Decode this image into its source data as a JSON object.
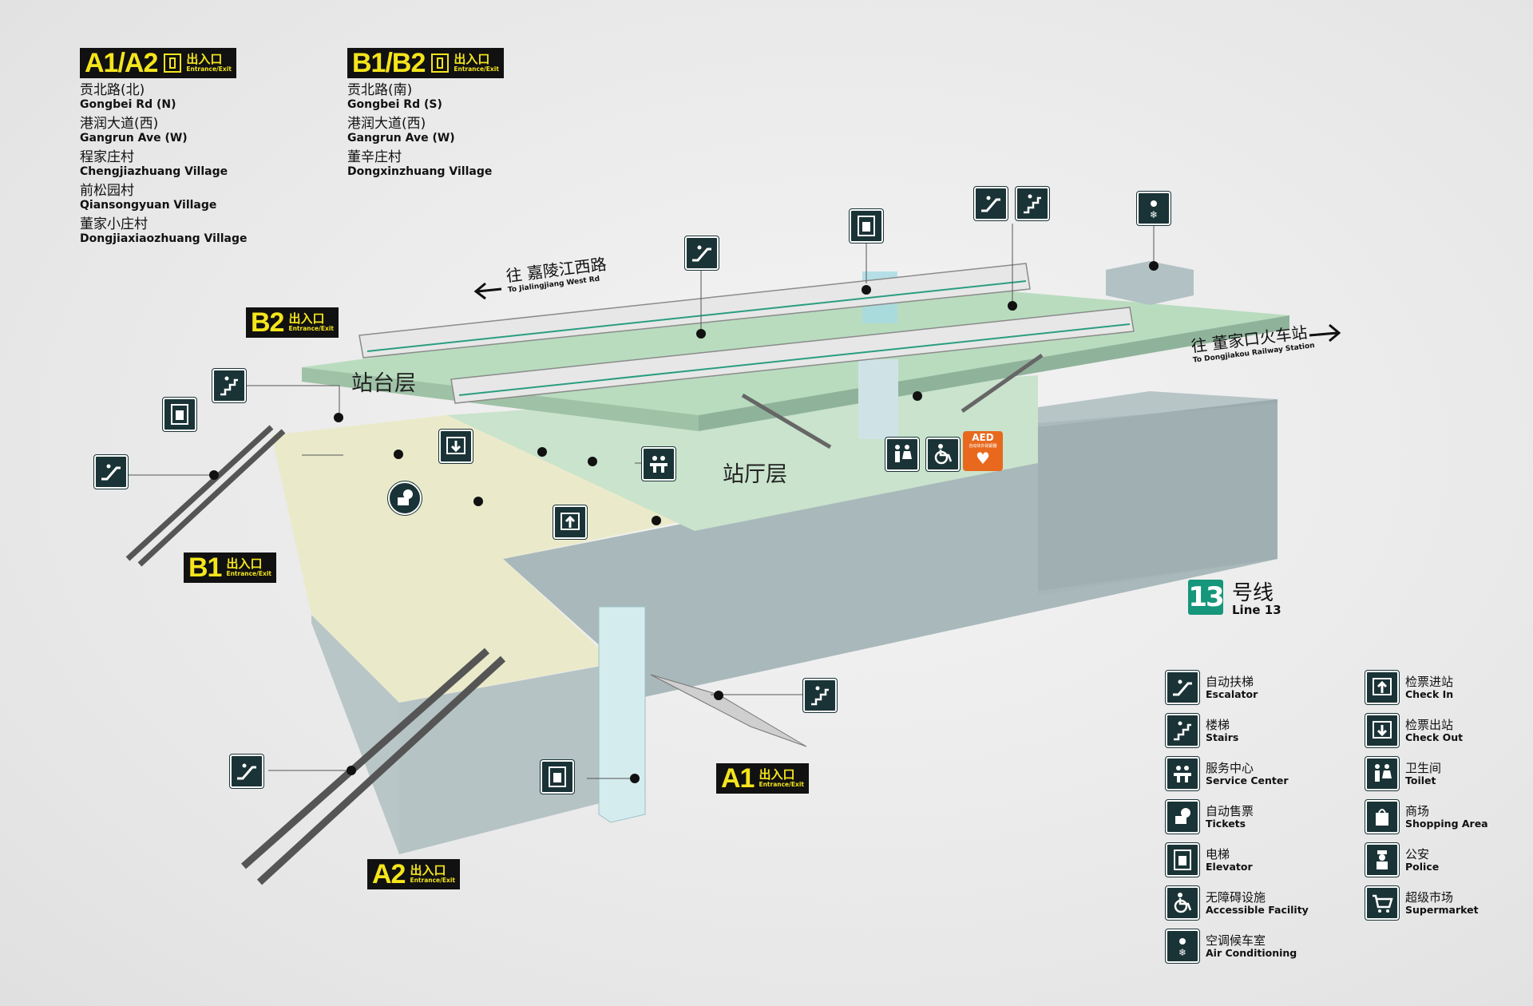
{
  "entrances_top": [
    {
      "code": "A1/A2",
      "cn": "出入口",
      "en": "Entrance/Exit",
      "destinations": [
        {
          "cn": "贡北路(北)",
          "en": "Gongbei Rd (N)"
        },
        {
          "cn": "港润大道(西)",
          "en": "Gangrun Ave (W)"
        },
        {
          "cn": "程家庄村",
          "en": "Chengjiazhuang Village"
        },
        {
          "cn": "前松园村",
          "en": "Qiansongyuan Village"
        },
        {
          "cn": "董家小庄村",
          "en": "Dongjiaxiaozhuang Village"
        }
      ]
    },
    {
      "code": "B1/B2",
      "cn": "出入口",
      "en": "Entrance/Exit",
      "destinations": [
        {
          "cn": "贡北路(南)",
          "en": "Gongbei Rd (S)"
        },
        {
          "cn": "港润大道(西)",
          "en": "Gangrun Ave (W)"
        },
        {
          "cn": "董辛庄村",
          "en": "Dongxinzhuang Village"
        }
      ]
    }
  ],
  "map_labels": {
    "platform_floor": "站台层",
    "concourse_floor": "站厅层",
    "dir_west_cn": "往 嘉陵江西路",
    "dir_west_en": "To Jialingjiang West Rd",
    "dir_east_cn": "往 董家口火车站",
    "dir_east_en": "To Dongjiakou Railway Station",
    "aed_title": "AED",
    "aed_sub": "自动体外除颤器"
  },
  "entrance_badges": {
    "B2": {
      "code": "B2",
      "cn": "出入口",
      "en": "Entrance/Exit"
    },
    "B1": {
      "code": "B1",
      "cn": "出入口",
      "en": "Entrance/Exit"
    },
    "A1": {
      "code": "A1",
      "cn": "出入口",
      "en": "Entrance/Exit"
    },
    "A2": {
      "code": "A2",
      "cn": "出入口",
      "en": "Entrance/Exit"
    }
  },
  "line": {
    "number": "13",
    "cn": "号线",
    "en": "Line 13",
    "color": "#16967a"
  },
  "legend": [
    {
      "icon": "escalator-icon",
      "cn": "自动扶梯",
      "en": "Escalator"
    },
    {
      "icon": "stairs-icon",
      "cn": "楼梯",
      "en": "Stairs"
    },
    {
      "icon": "service-center-icon",
      "cn": "服务中心",
      "en": "Service Center"
    },
    {
      "icon": "tickets-icon",
      "cn": "自动售票",
      "en": "Tickets"
    },
    {
      "icon": "elevator-icon",
      "cn": "电梯",
      "en": "Elevator"
    },
    {
      "icon": "accessible-icon",
      "cn": "无障碍设施",
      "en": "Accessible Facility"
    },
    {
      "icon": "air-conditioning-icon",
      "cn": "空调候车室",
      "en": "Air Conditioning"
    },
    {
      "icon": "check-in-icon",
      "cn": "检票进站",
      "en": "Check In"
    },
    {
      "icon": "check-out-icon",
      "cn": "检票出站",
      "en": "Check Out"
    },
    {
      "icon": "toilet-icon",
      "cn": "卫生间",
      "en": "Toilet"
    },
    {
      "icon": "shopping-icon",
      "cn": "商场",
      "en": "Shopping Area"
    },
    {
      "icon": "police-icon",
      "cn": "公安",
      "en": "Police"
    },
    {
      "icon": "supermarket-icon",
      "cn": "超级市场",
      "en": "Supermarket"
    }
  ],
  "colors": {
    "platform": "#b9dcbf",
    "concourse": "#c9e3cc",
    "concourse_paid_free": "#eaeacb",
    "wall": "#a9b8bb",
    "icon_bg": "#1a3336",
    "badge_bg": "#111111",
    "badge_text": "#f4e51c",
    "aed": "#e8691e"
  }
}
